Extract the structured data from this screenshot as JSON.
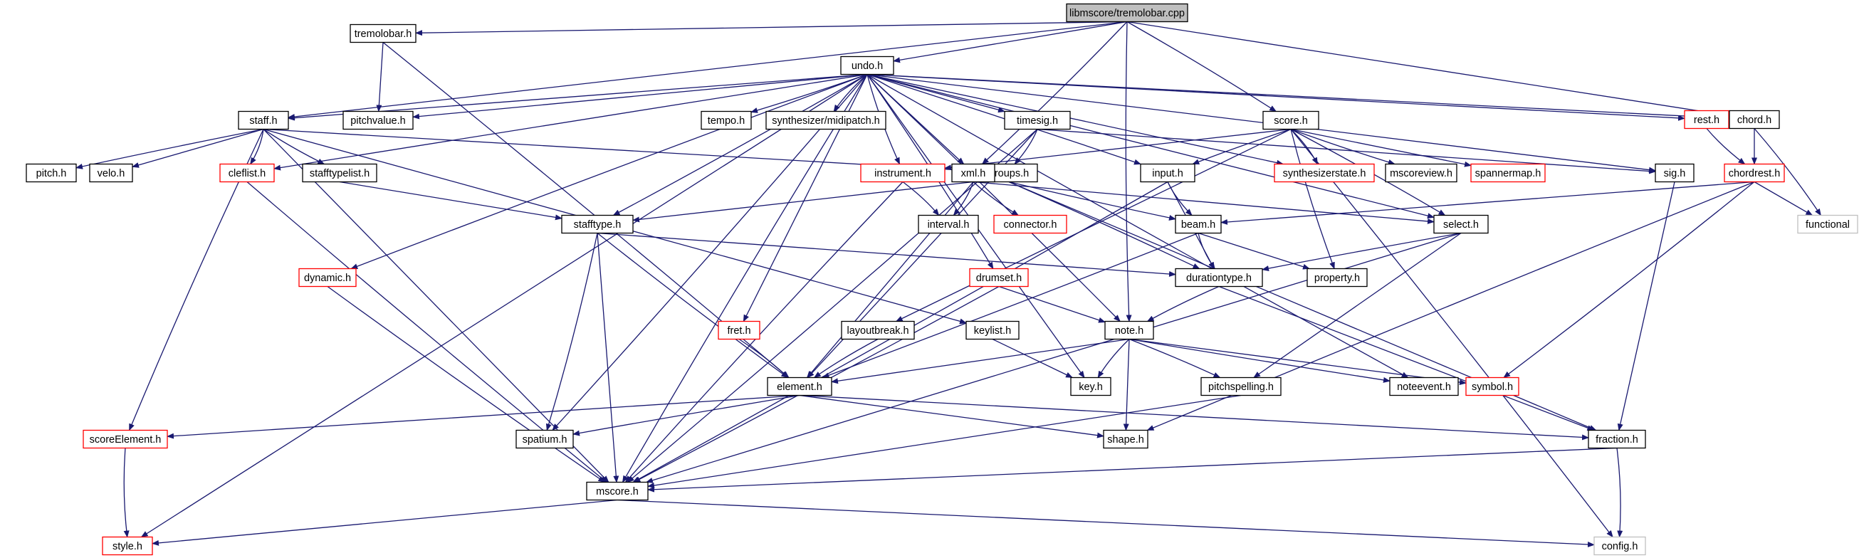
{
  "graph": {
    "colors": {
      "edge": "#191970",
      "box_root_fill": "#bfbfbf",
      "box_default": "#000000",
      "box_incomplete": "#ff0000",
      "box_external": "#bfbfbf",
      "text": "#000000"
    },
    "nodes": [
      {
        "id": "root",
        "label": "libmscore/tremolobar.cpp",
        "style": "root"
      },
      {
        "id": "tremolobar",
        "label": "tremolobar.h",
        "style": "default"
      },
      {
        "id": "undo",
        "label": "undo.h",
        "style": "default"
      },
      {
        "id": "score",
        "label": "score.h",
        "style": "default"
      },
      {
        "id": "rest",
        "label": "rest.h",
        "style": "incomplete"
      },
      {
        "id": "chord",
        "label": "chord.h",
        "style": "default"
      },
      {
        "id": "staff",
        "label": "staff.h",
        "style": "default"
      },
      {
        "id": "pitchvalue",
        "label": "pitchvalue.h",
        "style": "default"
      },
      {
        "id": "tempo",
        "label": "tempo.h",
        "style": "default"
      },
      {
        "id": "synthmidi",
        "label": "synthesizer/midipatch.h",
        "style": "default"
      },
      {
        "id": "timesig",
        "label": "timesig.h",
        "style": "default"
      },
      {
        "id": "pitch",
        "label": "pitch.h",
        "style": "default"
      },
      {
        "id": "velo",
        "label": "velo.h",
        "style": "default"
      },
      {
        "id": "cleflist",
        "label": "cleflist.h",
        "style": "incomplete"
      },
      {
        "id": "stafftypelist",
        "label": "stafftypelist.h",
        "style": "default"
      },
      {
        "id": "groups",
        "label": "groups.h",
        "style": "default"
      },
      {
        "id": "instrument",
        "label": "instrument.h",
        "style": "incomplete"
      },
      {
        "id": "xml",
        "label": "xml.h",
        "style": "default"
      },
      {
        "id": "input",
        "label": "input.h",
        "style": "default"
      },
      {
        "id": "synthstate",
        "label": "synthesizerstate.h",
        "style": "incomplete"
      },
      {
        "id": "mscoreview",
        "label": "mscoreview.h",
        "style": "default"
      },
      {
        "id": "spannermap",
        "label": "spannermap.h",
        "style": "incomplete"
      },
      {
        "id": "sig",
        "label": "sig.h",
        "style": "default"
      },
      {
        "id": "chordrest",
        "label": "chordrest.h",
        "style": "incomplete"
      },
      {
        "id": "functional",
        "label": "functional",
        "style": "external"
      },
      {
        "id": "stafftype",
        "label": "stafftype.h",
        "style": "default"
      },
      {
        "id": "interval",
        "label": "interval.h",
        "style": "default"
      },
      {
        "id": "connector",
        "label": "connector.h",
        "style": "incomplete"
      },
      {
        "id": "beam",
        "label": "beam.h",
        "style": "default"
      },
      {
        "id": "select",
        "label": "select.h",
        "style": "default"
      },
      {
        "id": "dynamic",
        "label": "dynamic.h",
        "style": "incomplete"
      },
      {
        "id": "drumset",
        "label": "drumset.h",
        "style": "incomplete"
      },
      {
        "id": "durationtype",
        "label": "durationtype.h",
        "style": "default"
      },
      {
        "id": "property",
        "label": "property.h",
        "style": "default"
      },
      {
        "id": "fret",
        "label": "fret.h",
        "style": "incomplete"
      },
      {
        "id": "layoutbreak",
        "label": "layoutbreak.h",
        "style": "default"
      },
      {
        "id": "keylist",
        "label": "keylist.h",
        "style": "default"
      },
      {
        "id": "note",
        "label": "note.h",
        "style": "default"
      },
      {
        "id": "element",
        "label": "element.h",
        "style": "default"
      },
      {
        "id": "key",
        "label": "key.h",
        "style": "default"
      },
      {
        "id": "pitchspelling",
        "label": "pitchspelling.h",
        "style": "default"
      },
      {
        "id": "noteevent",
        "label": "noteevent.h",
        "style": "default"
      },
      {
        "id": "symbol",
        "label": "symbol.h",
        "style": "incomplete"
      },
      {
        "id": "scoreElement",
        "label": "scoreElement.h",
        "style": "incomplete"
      },
      {
        "id": "spatium",
        "label": "spatium.h",
        "style": "default"
      },
      {
        "id": "shape",
        "label": "shape.h",
        "style": "default"
      },
      {
        "id": "fraction",
        "label": "fraction.h",
        "style": "default"
      },
      {
        "id": "mscore",
        "label": "mscore.h",
        "style": "default"
      },
      {
        "id": "style",
        "label": "style.h",
        "style": "incomplete"
      },
      {
        "id": "config",
        "label": "config.h",
        "style": "external"
      }
    ],
    "edges": [
      [
        "root",
        "tremolobar"
      ],
      [
        "root",
        "undo"
      ],
      [
        "root",
        "score"
      ],
      [
        "root",
        "chord"
      ],
      [
        "root",
        "staff"
      ],
      [
        "root",
        "xml"
      ],
      [
        "root",
        "note"
      ],
      [
        "tremolobar",
        "pitchvalue"
      ],
      [
        "tremolobar",
        "element"
      ],
      [
        "undo",
        "staff"
      ],
      [
        "undo",
        "pitchvalue"
      ],
      [
        "undo",
        "tempo"
      ],
      [
        "undo",
        "synthmidi"
      ],
      [
        "undo",
        "timesig"
      ],
      [
        "undo",
        "rest"
      ],
      [
        "undo",
        "chord"
      ],
      [
        "undo",
        "cleflist"
      ],
      [
        "undo",
        "stafftype"
      ],
      [
        "undo",
        "instrument"
      ],
      [
        "undo",
        "xml"
      ],
      [
        "undo",
        "input"
      ],
      [
        "undo",
        "synthstate"
      ],
      [
        "undo",
        "sig"
      ],
      [
        "undo",
        "select"
      ],
      [
        "undo",
        "dynamic"
      ],
      [
        "undo",
        "fret"
      ],
      [
        "undo",
        "drumset"
      ],
      [
        "undo",
        "noteevent"
      ],
      [
        "undo",
        "key"
      ],
      [
        "undo",
        "spatium"
      ],
      [
        "undo",
        "mscore"
      ],
      [
        "undo",
        "style"
      ],
      [
        "undo",
        "note"
      ],
      [
        "score",
        "input"
      ],
      [
        "score",
        "instrument"
      ],
      [
        "score",
        "synthstate"
      ],
      [
        "score",
        "mscoreview"
      ],
      [
        "score",
        "spannermap"
      ],
      [
        "score",
        "select"
      ],
      [
        "score",
        "property"
      ],
      [
        "score",
        "layoutbreak"
      ],
      [
        "score",
        "config"
      ],
      [
        "staff",
        "pitch"
      ],
      [
        "staff",
        "velo"
      ],
      [
        "staff",
        "cleflist"
      ],
      [
        "staff",
        "stafftypelist"
      ],
      [
        "staff",
        "groups"
      ],
      [
        "staff",
        "keylist"
      ],
      [
        "staff",
        "scoreElement"
      ],
      [
        "staff",
        "mscore"
      ],
      [
        "timesig",
        "groups"
      ],
      [
        "timesig",
        "sig"
      ],
      [
        "timesig",
        "element"
      ],
      [
        "timesig",
        "mscore"
      ],
      [
        "cleflist",
        "mscore"
      ],
      [
        "stafftypelist",
        "stafftype"
      ],
      [
        "groups",
        "durationtype"
      ],
      [
        "groups",
        "beam"
      ],
      [
        "groups",
        "fraction"
      ],
      [
        "instrument",
        "interval"
      ],
      [
        "instrument",
        "mscore"
      ],
      [
        "xml",
        "stafftype"
      ],
      [
        "xml",
        "interval"
      ],
      [
        "xml",
        "connector"
      ],
      [
        "xml",
        "element"
      ],
      [
        "xml",
        "select"
      ],
      [
        "input",
        "beam"
      ],
      [
        "input",
        "durationtype"
      ],
      [
        "input",
        "mscore"
      ],
      [
        "rest",
        "chordrest"
      ],
      [
        "chord",
        "chordrest"
      ],
      [
        "chord",
        "functional"
      ],
      [
        "chordrest",
        "beam"
      ],
      [
        "chordrest",
        "functional"
      ],
      [
        "chordrest",
        "symbol"
      ],
      [
        "chordrest",
        "shape"
      ],
      [
        "sig",
        "fraction"
      ],
      [
        "stafftype",
        "spatium"
      ],
      [
        "stafftype",
        "element"
      ],
      [
        "stafftype",
        "mscore"
      ],
      [
        "stafftype",
        "durationtype"
      ],
      [
        "beam",
        "durationtype"
      ],
      [
        "beam",
        "property"
      ],
      [
        "beam",
        "element"
      ],
      [
        "select",
        "durationtype"
      ],
      [
        "select",
        "pitchspelling"
      ],
      [
        "select",
        "mscore"
      ],
      [
        "dynamic",
        "mscore"
      ],
      [
        "drumset",
        "note"
      ],
      [
        "drumset",
        "mscore"
      ],
      [
        "durationtype",
        "note"
      ],
      [
        "durationtype",
        "fraction"
      ],
      [
        "fret",
        "element"
      ],
      [
        "layoutbreak",
        "element"
      ],
      [
        "keylist",
        "key"
      ],
      [
        "note",
        "element"
      ],
      [
        "note",
        "key"
      ],
      [
        "note",
        "shape"
      ],
      [
        "note",
        "pitchspelling"
      ],
      [
        "note",
        "noteevent"
      ],
      [
        "note",
        "symbol"
      ],
      [
        "element",
        "scoreElement"
      ],
      [
        "element",
        "spatium"
      ],
      [
        "element",
        "shape"
      ],
      [
        "element",
        "fraction"
      ],
      [
        "pitchspelling",
        "mscore"
      ],
      [
        "fraction",
        "mscore"
      ],
      [
        "fraction",
        "config"
      ],
      [
        "scoreElement",
        "style"
      ],
      [
        "mscore",
        "style"
      ],
      [
        "mscore",
        "config"
      ]
    ]
  }
}
